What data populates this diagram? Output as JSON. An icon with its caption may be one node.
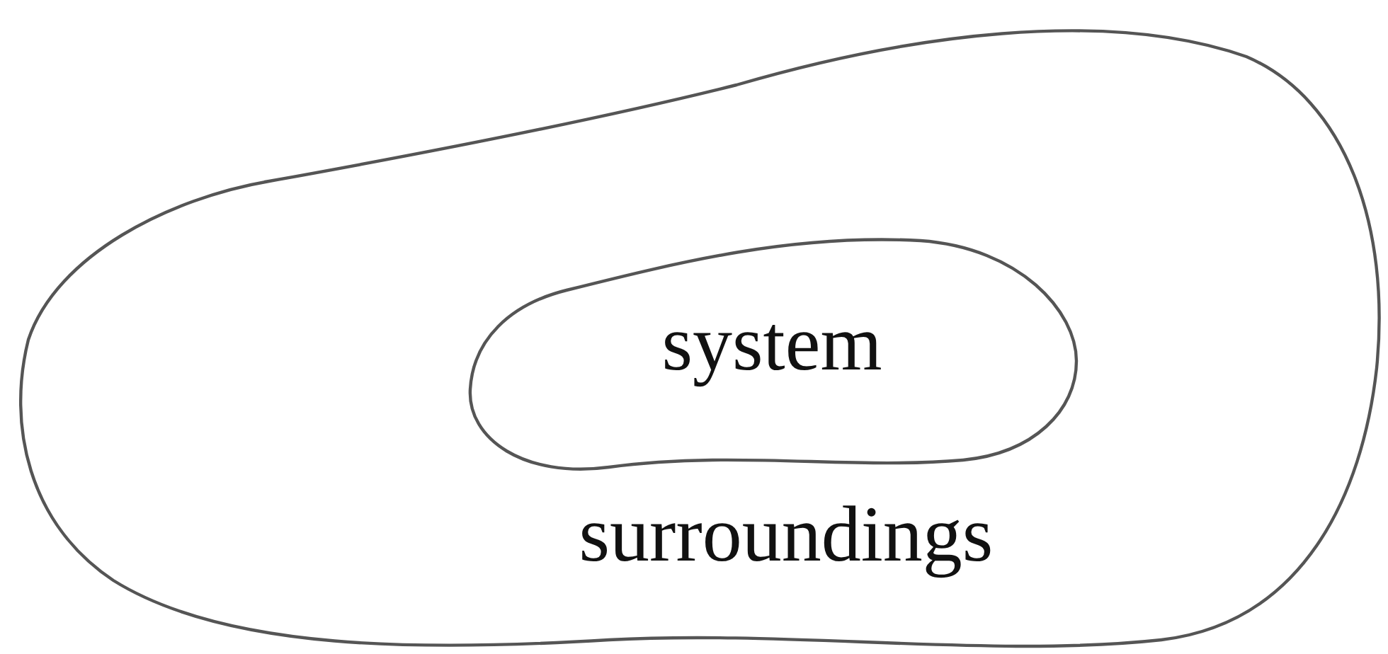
{
  "diagram": {
    "nodes": [
      {
        "text": [
          "surroundings"
        ]
      },
      {
        "text": [
          "system"
        ],
        "in": 0
      }
    ]
  }
}
